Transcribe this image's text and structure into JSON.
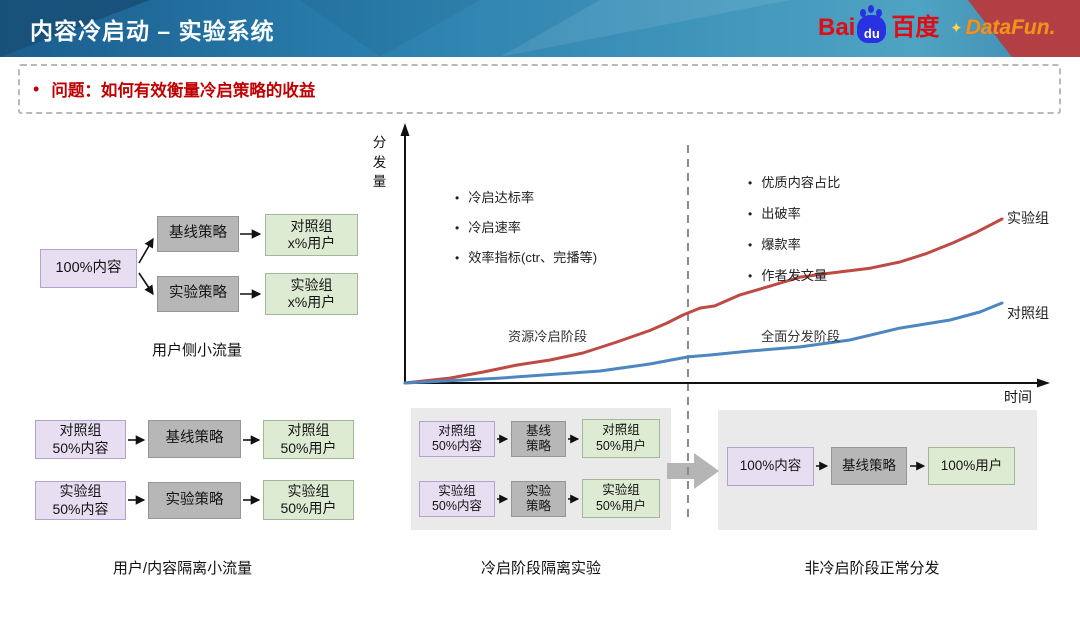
{
  "ui": {
    "bullet": "•"
  },
  "colors": {
    "header_blue": "#2a7fae",
    "header_red": "#b23f44",
    "accent_red": "#c00000",
    "box_purple": "#e7dff1",
    "box_gray": "#b7b7b7",
    "box_green": "#deebd3",
    "panel_gray": "#eaeaea"
  },
  "header": {
    "title": "内容冷启动 – 实验系统",
    "baidu": {
      "bai": "Bai",
      "du": "du",
      "cn": "百度"
    },
    "datafun": {
      "sparkle": "✦",
      "text": "DataFun."
    }
  },
  "problem": {
    "text": "问题：如何有效衡量冷启策略的收益"
  },
  "diagram_user_side": {
    "source": "100%内容",
    "baseline": "基线策略",
    "experiment": "实验策略",
    "control_group": {
      "line1": "对照组",
      "line2": "x%用户"
    },
    "exp_group": {
      "line1": "实验组",
      "line2": "x%用户"
    },
    "caption": "用户侧小流量"
  },
  "diagram_isolated": {
    "rows": [
      {
        "content": {
          "line1": "对照组",
          "line2": "50%内容"
        },
        "strategy": "基线策略",
        "users": {
          "line1": "对照组",
          "line2": "50%用户"
        }
      },
      {
        "content": {
          "line1": "实验组",
          "line2": "50%内容"
        },
        "strategy": "实验策略",
        "users": {
          "line1": "实验组",
          "line2": "50%用户"
        }
      }
    ],
    "caption": "用户/内容隔离小流量"
  },
  "panel_cold": {
    "rows": [
      {
        "content": {
          "line1": "对照组",
          "line2": "50%内容"
        },
        "strategy": {
          "line1": "基线",
          "line2": "策略"
        },
        "users": {
          "line1": "对照组",
          "line2": "50%用户"
        }
      },
      {
        "content": {
          "line1": "实验组",
          "line2": "50%内容"
        },
        "strategy": {
          "line1": "实验",
          "line2": "策略"
        },
        "users": {
          "line1": "实验组",
          "line2": "50%用户"
        }
      }
    ],
    "caption": "冷启阶段隔离实验"
  },
  "panel_normal": {
    "content": "100%内容",
    "strategy": "基线策略",
    "users": "100%用户",
    "caption": "非冷启阶段正常分发"
  },
  "chart_data": {
    "type": "line",
    "title": "",
    "ylabel": "分发量",
    "xlabel": "时间",
    "grid": false,
    "axis_ranges": {
      "x": [
        0,
        1
      ],
      "y": [
        0,
        1
      ]
    },
    "legend_position": "curve-end-labels",
    "divider_x": 0.474,
    "phases": [
      {
        "label": "资源冷启阶段"
      },
      {
        "label": "全面分发阶段"
      }
    ],
    "left_metrics": [
      "冷启达标率",
      "冷启速率",
      "效率指标(ctr、完播等)"
    ],
    "right_metrics": [
      "优质内容占比",
      "出破率",
      "爆款率",
      "作者发文量"
    ],
    "series": [
      {
        "name": "实验组",
        "color": "#bf4a43",
        "points": [
          [
            0,
            0
          ],
          [
            0.075,
            0.03
          ],
          [
            0.131,
            0.067
          ],
          [
            0.188,
            0.11
          ],
          [
            0.243,
            0.14
          ],
          [
            0.298,
            0.183
          ],
          [
            0.355,
            0.25
          ],
          [
            0.41,
            0.32
          ],
          [
            0.439,
            0.366
          ],
          [
            0.466,
            0.415
          ],
          [
            0.494,
            0.457
          ],
          [
            0.519,
            0.47
          ],
          [
            0.561,
            0.537
          ],
          [
            0.611,
            0.59
          ],
          [
            0.662,
            0.646
          ],
          [
            0.712,
            0.67
          ],
          [
            0.779,
            0.7
          ],
          [
            0.829,
            0.738
          ],
          [
            0.874,
            0.79
          ],
          [
            0.918,
            0.854
          ],
          [
            0.955,
            0.915
          ],
          [
            1,
            1
          ]
        ]
      },
      {
        "name": "对照组",
        "color": "#4e86c0",
        "points": [
          [
            0,
            0
          ],
          [
            0.159,
            0.03
          ],
          [
            0.327,
            0.073
          ],
          [
            0.41,
            0.116
          ],
          [
            0.474,
            0.159
          ],
          [
            0.511,
            0.171
          ],
          [
            0.578,
            0.195
          ],
          [
            0.662,
            0.22
          ],
          [
            0.745,
            0.262
          ],
          [
            0.829,
            0.335
          ],
          [
            0.913,
            0.384
          ],
          [
            0.963,
            0.433
          ],
          [
            1,
            0.488
          ]
        ]
      }
    ]
  }
}
